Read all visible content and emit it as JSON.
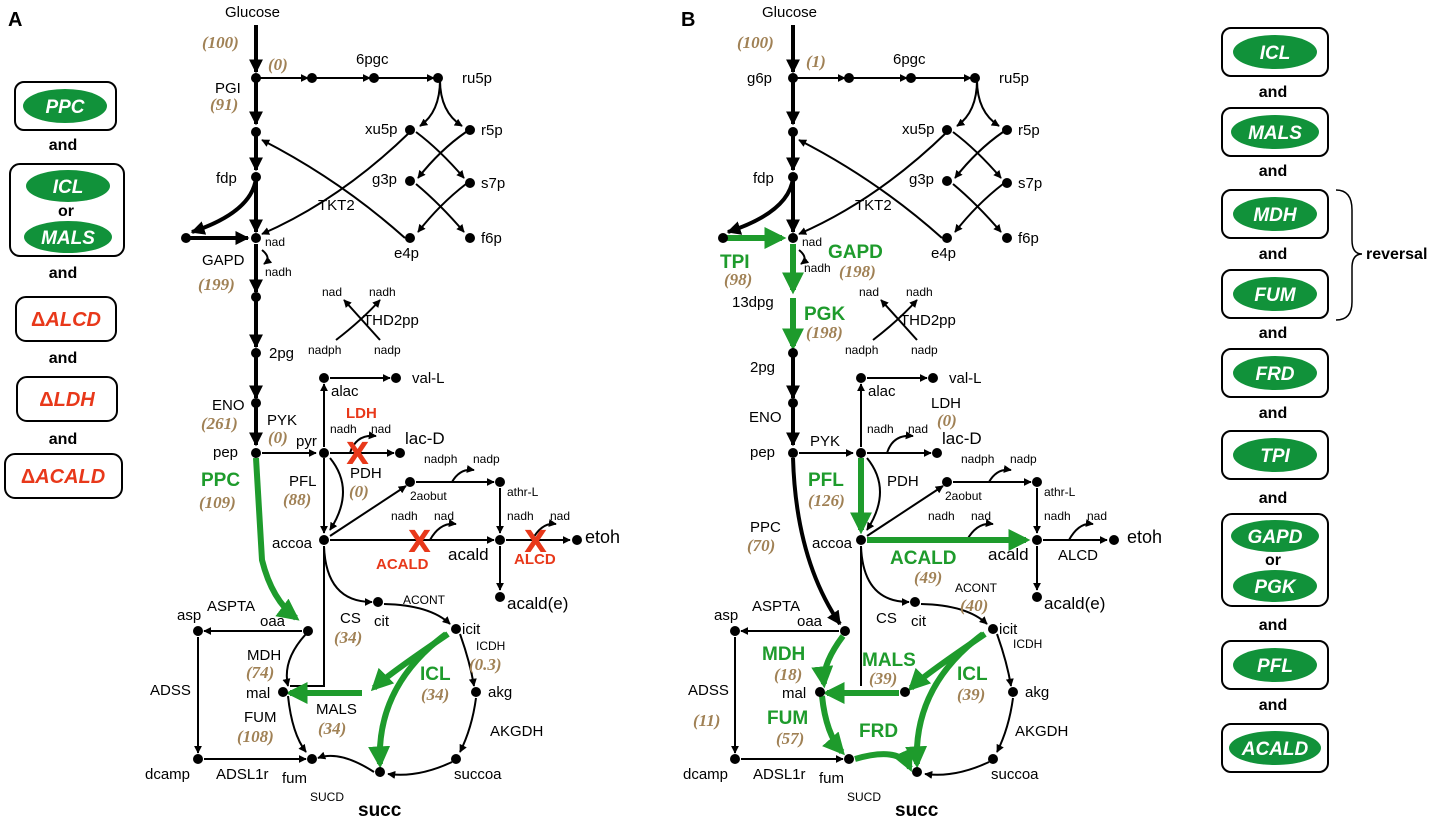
{
  "panels": {
    "a": "A",
    "b": "B"
  },
  "metabolites": {
    "glucose": "Glucose",
    "g6p": "g6p",
    "6pgc": "6pgc",
    "ru5p": "ru5p",
    "xu5p": "xu5p",
    "r5p": "r5p",
    "g3p": "g3p",
    "s7p": "s7p",
    "e4p": "e4p",
    "f6p": "f6p",
    "fdp": "fdp",
    "13dpg": "13dpg",
    "2pg": "2pg",
    "pep": "pep",
    "pyr": "pyr",
    "alac": "alac",
    "val": "val-L",
    "lac": "lac-D",
    "2aobut": "2aobut",
    "athr": "athr-L",
    "accoa": "accoa",
    "acald": "acald",
    "etoh": "etoh",
    "acald_e": "acald(e)",
    "asp": "asp",
    "oaa": "oaa",
    "cit": "cit",
    "icit": "icit",
    "akg": "akg",
    "mal": "mal",
    "dcamp": "dcamp",
    "fum": "fum",
    "succoa": "succoa",
    "succ": "succ",
    "nad": "nad",
    "nadh": "nadh",
    "nadp": "nadp",
    "nadph": "nadph"
  },
  "reactions": {
    "pgi": "PGI",
    "tkt2": "TKT2",
    "gapd": "GAPD",
    "thd2pp": "THD2pp",
    "eno": "ENO",
    "pyk": "PYK",
    "ldh": "LDH",
    "pfl": "PFL",
    "pdh": "PDH",
    "acald": "ACALD",
    "alcd": "ALCD",
    "ppc": "PPC",
    "aspta": "ASPTA",
    "cs": "CS",
    "acont": "ACONT",
    "icdh": "ICDH",
    "mdh": "MDH",
    "icl": "ICL",
    "adss": "ADSS",
    "fum": "FUM",
    "mals": "MALS",
    "akgdh": "AKGDH",
    "adsl": "ADSL1r",
    "sucd": "SUCD",
    "tpi": "TPI",
    "pgk": "PGK",
    "frd": "FRD"
  },
  "fluxes_a": {
    "glucose": "(100)",
    "pentose": "(0)",
    "pgi": "(91)",
    "gapd": "(199)",
    "eno": "(261)",
    "pyk": "(0)",
    "pfl": "(88)",
    "pdh": "(0)",
    "ppc": "(109)",
    "cs": "(34)",
    "mdh": "(74)",
    "icl": "(34)",
    "icdh": "(0.3)",
    "fum": "(108)",
    "mals": "(34)"
  },
  "fluxes_b": {
    "glucose": "(100)",
    "pentose": "(1)",
    "tpi": "(98)",
    "gapd": "(198)",
    "pgk": "(198)",
    "ldh": "(0)",
    "pfl": "(126)",
    "ppc": "(70)",
    "acald": "(49)",
    "acont": "(40)",
    "mdh": "(18)",
    "mals": "(39)",
    "icl": "(39)",
    "adss": "(11)",
    "fum": "(57)"
  },
  "strategy_a": {
    "items": [
      "PPC",
      "ICL",
      "MALS",
      "ALCD",
      "LDH",
      "ACALD"
    ],
    "connectors": [
      "and",
      "or",
      "and",
      "and",
      "and"
    ],
    "delta": "Δ"
  },
  "strategy_b": {
    "items": [
      "ICL",
      "MALS",
      "MDH",
      "FUM",
      "FRD",
      "TPI",
      "GAPD",
      "PGK",
      "PFL",
      "ACALD"
    ],
    "connectors": [
      "and",
      "and",
      "and",
      "and",
      "and",
      "and",
      "or",
      "and",
      "and"
    ],
    "reversal": "reversal"
  },
  "knockout_mark": "X",
  "colors": {
    "engineered": "#1e9b2c",
    "knockout": "#e8381a",
    "flux": "#a08155",
    "pill": "#11923a"
  }
}
